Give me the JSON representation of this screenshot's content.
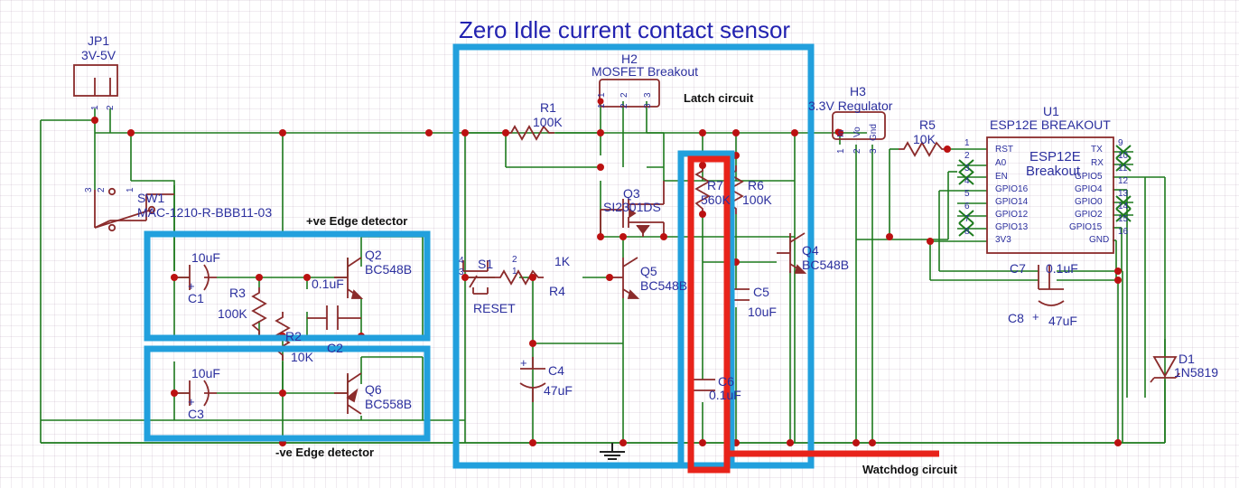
{
  "title": "Zero Idle current contact sensor",
  "colors": {
    "wire": "#1d7a1d",
    "part": "#8b2b2b",
    "junction": "#bb1111",
    "blue_box": "#22a0dd",
    "red_box": "#e8231a",
    "text_blue": "#2b2f9e",
    "title_blue": "#2222b0",
    "grid": "#aa8caa"
  },
  "annotations": {
    "pos_edge": "+ve Edge detector",
    "neg_edge": "-ve Edge detector",
    "latch": "Latch circuit",
    "watchdog": "Watchdog circuit"
  },
  "components": {
    "jp1": {
      "ref": "JP1",
      "value": "3V-5V",
      "pins": [
        "1",
        "2"
      ]
    },
    "sw1": {
      "ref": "SW1",
      "value": "MAC-1210-R-BBB11-03",
      "pins": [
        "1",
        "2",
        "3"
      ]
    },
    "s1": {
      "ref": "S1",
      "value": "RESET",
      "pins": [
        "1",
        "2",
        "3",
        "4"
      ]
    },
    "h2": {
      "ref": "H2",
      "value": "MOSFET Breakout",
      "pins": [
        "1",
        "2",
        "3"
      ]
    },
    "h3": {
      "ref": "H3",
      "value": "3.3V Regulator",
      "pins": [
        "1",
        "2",
        "3"
      ],
      "pin_names": [
        "In",
        "Vo",
        "Gnd"
      ]
    },
    "u1": {
      "ref": "U1",
      "value": "ESP12E BREAKOUT",
      "body_line1": "ESP12E",
      "body_line2": "Breakout",
      "left_pins": [
        "RST",
        "A0",
        "EN",
        "GPIO16",
        "GPIO14",
        "GPIO12",
        "GPIO13",
        "3V3"
      ],
      "left_nums": [
        "1",
        "2",
        "3",
        "4",
        "5",
        "6",
        "7",
        "8"
      ],
      "right_pins": [
        "TX",
        "RX",
        "GPIO5",
        "GPIO4",
        "GPIO0",
        "GPIO2",
        "GPIO15",
        "GND"
      ],
      "right_nums": [
        "9",
        "10",
        "11",
        "12",
        "13",
        "14",
        "15",
        "16"
      ]
    },
    "r1": {
      "ref": "R1",
      "value": "100K"
    },
    "r2": {
      "ref": "R2",
      "value": "10K"
    },
    "r3": {
      "ref": "R3",
      "value": "100K"
    },
    "r4": {
      "ref": "R4",
      "value": "1K"
    },
    "r5": {
      "ref": "R5",
      "value": "10K"
    },
    "r6": {
      "ref": "R6",
      "value": "100K"
    },
    "r7": {
      "ref": "R7",
      "value": "560K"
    },
    "c1": {
      "ref": "C1",
      "value": "10uF",
      "polarized": true
    },
    "c2": {
      "ref": "C2",
      "value": "0.1uF",
      "polarized": false
    },
    "c3": {
      "ref": "C3",
      "value": "10uF",
      "polarized": true
    },
    "c4": {
      "ref": "C4",
      "value": "47uF",
      "polarized": true
    },
    "c5": {
      "ref": "C5",
      "value": "10uF",
      "polarized": false
    },
    "c6": {
      "ref": "C6",
      "value": "0.1uF",
      "polarized": false
    },
    "c7": {
      "ref": "C7",
      "value": "0.1uF",
      "polarized": false
    },
    "c8": {
      "ref": "C8",
      "value": "47uF",
      "polarized": true
    },
    "q2": {
      "ref": "Q2",
      "value": "BC548B",
      "type": "npn"
    },
    "q3": {
      "ref": "Q3",
      "value": "SI2301DS",
      "type": "pmos"
    },
    "q4": {
      "ref": "Q4",
      "value": "BC548B",
      "type": "npn"
    },
    "q5": {
      "ref": "Q5",
      "value": "BC548B",
      "type": "npn"
    },
    "q6": {
      "ref": "Q6",
      "value": "BC558B",
      "type": "pnp"
    },
    "d1": {
      "ref": "D1",
      "value": "1N5819",
      "type": "schottky"
    }
  }
}
